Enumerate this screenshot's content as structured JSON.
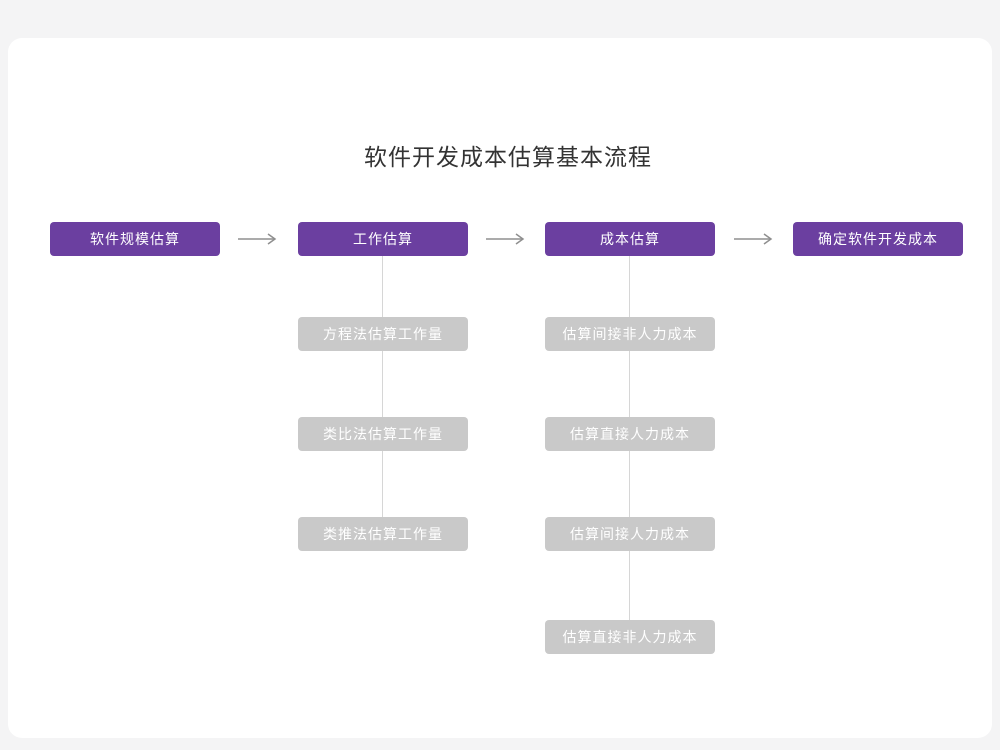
{
  "title": "软件开发成本估算基本流程",
  "colors": {
    "primary": "#6b3fa0",
    "sub": "#c9c9c9",
    "background": "#f4f4f5",
    "card": "#ffffff",
    "arrow": "#8f8f8f",
    "connector": "#d6d6d6",
    "title": "#333333"
  },
  "flow": {
    "steps": [
      {
        "label": "软件规模估算"
      },
      {
        "label": "工作估算"
      },
      {
        "label": "成本估算"
      },
      {
        "label": "确定软件开发成本"
      }
    ],
    "work_methods": [
      "方程法估算工作量",
      "类比法估算工作量",
      "类推法估算工作量"
    ],
    "cost_items": [
      "估算间接非人力成本",
      "估算直接人力成本",
      "估算间接人力成本",
      "估算直接非人力成本"
    ]
  }
}
